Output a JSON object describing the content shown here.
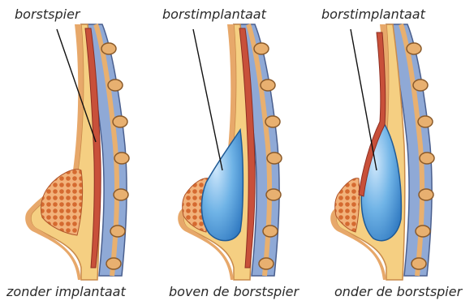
{
  "labels": {
    "panel1_top": "borstspier",
    "panel2_top": "borstimplantaat",
    "panel3_top": "borstimplantaat",
    "panel1_bottom": "zonder implantaat",
    "panel2_bottom": "boven de borstspier",
    "panel3_bottom": "onder de borstspier"
  },
  "colors": {
    "skin": "#e7a86a",
    "fat": "#f5cf82",
    "gland": "#d9783c",
    "muscle": "#c8503a",
    "ribs_blue": "#8fa9d6",
    "implant": "#5aa3dd",
    "bone": "#e8b070"
  }
}
